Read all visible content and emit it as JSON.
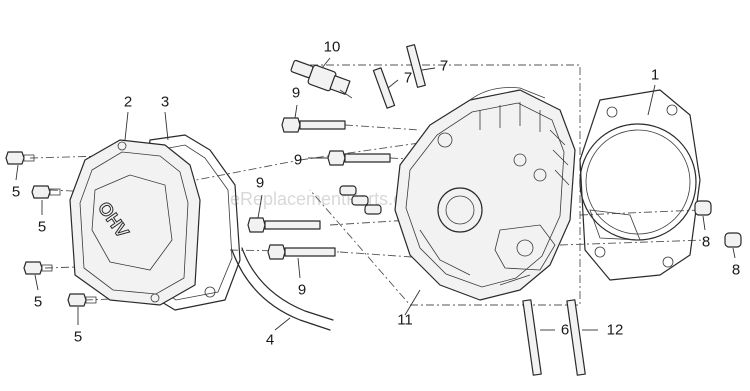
{
  "watermark": "eReplacementParts.com",
  "cover_text": "OHV",
  "callouts": {
    "c1": "1",
    "c2": "2",
    "c3": "3",
    "c4": "4",
    "c5a": "5",
    "c5b": "5",
    "c5c": "5",
    "c5d": "5",
    "c6": "6",
    "c7a": "7",
    "c7b": "7",
    "c8a": "8",
    "c8b": "8",
    "c9a": "9",
    "c9b": "9",
    "c9c": "9",
    "c9d": "9",
    "c10": "10",
    "c11": "11",
    "c12": "12"
  }
}
